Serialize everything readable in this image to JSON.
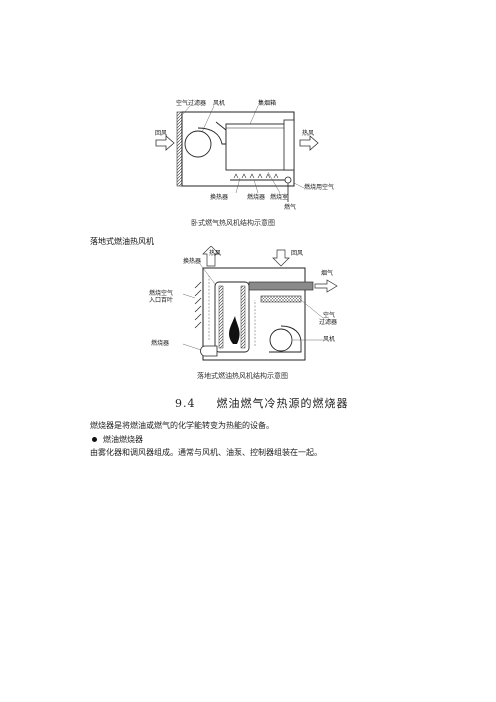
{
  "figure1": {
    "labels": {
      "air_filter": "空气过滤器",
      "fan": "风机",
      "flue_box": "集烟箱",
      "return_air": "回风",
      "hot_air": "热风",
      "heat_exchanger": "换热器",
      "burner": "燃烧器",
      "combustion_chamber": "燃烧室",
      "combustion_air": "燃烧用空气",
      "gas": "燃气"
    },
    "caption": "卧式燃气热风机结构示意图"
  },
  "subtitle": "落地式燃油热风机",
  "figure2": {
    "labels": {
      "hot_air": "热风",
      "return_air": "回风",
      "heat_exchanger": "换热器",
      "flue_gas": "烟气",
      "combustion_air_inlet_line1": "燃烧空气",
      "combustion_air_inlet_line2": "入口百叶",
      "air_filter_line1": "空气",
      "air_filter_line2": "过滤器",
      "fan": "风机",
      "burner": "燃烧器"
    },
    "caption": "落地式燃油热风机结构示意图"
  },
  "section": {
    "number": "9.4",
    "title": "燃油燃气冷热源的燃烧器"
  },
  "paragraph1": "燃烧器是将燃油或燃气的化学能转变为热能的设备。",
  "bullet1": "燃油燃烧器",
  "paragraph2": "由雾化器和调风器组成。通常与风机、油泵、控制器组装在一起。"
}
